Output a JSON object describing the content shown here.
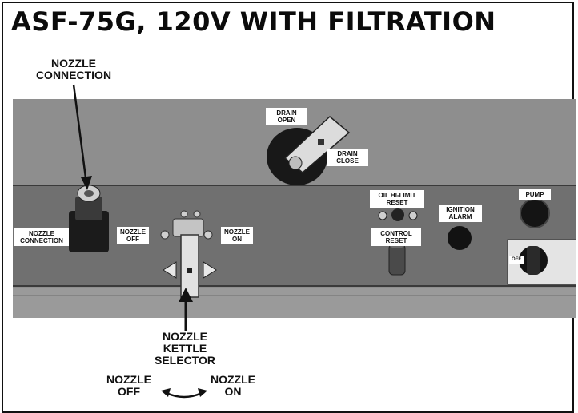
{
  "title": "ASF-75G, 120V WITH FILTRATION",
  "callouts": {
    "nozzle_connection": [
      "NOZZLE",
      "CONNECTION"
    ],
    "selector": [
      "NOZZLE",
      "KETTLE",
      "SELECTOR"
    ],
    "nozzle_off": [
      "NOZZLE",
      "OFF"
    ],
    "nozzle_on": [
      "NOZZLE",
      "ON"
    ]
  },
  "panel_labels": {
    "drain_open": [
      "DRAIN",
      "OPEN"
    ],
    "drain_close": [
      "DRAIN",
      "CLOSE"
    ],
    "nozzle_connection": [
      "NOZZLE",
      "CONNECTION"
    ],
    "nozzle_off": [
      "NOZZLE",
      "OFF"
    ],
    "nozzle_on": [
      "NOZZLE",
      "ON"
    ],
    "oil_hi_limit_reset": [
      "OIL HI-LIMIT",
      "RESET"
    ],
    "control_reset": [
      "CONTROL",
      "RESET"
    ],
    "ignition_alarm": [
      "IGNITION",
      "ALARM"
    ],
    "pump": "PUMP",
    "switch_off": "OFF"
  }
}
